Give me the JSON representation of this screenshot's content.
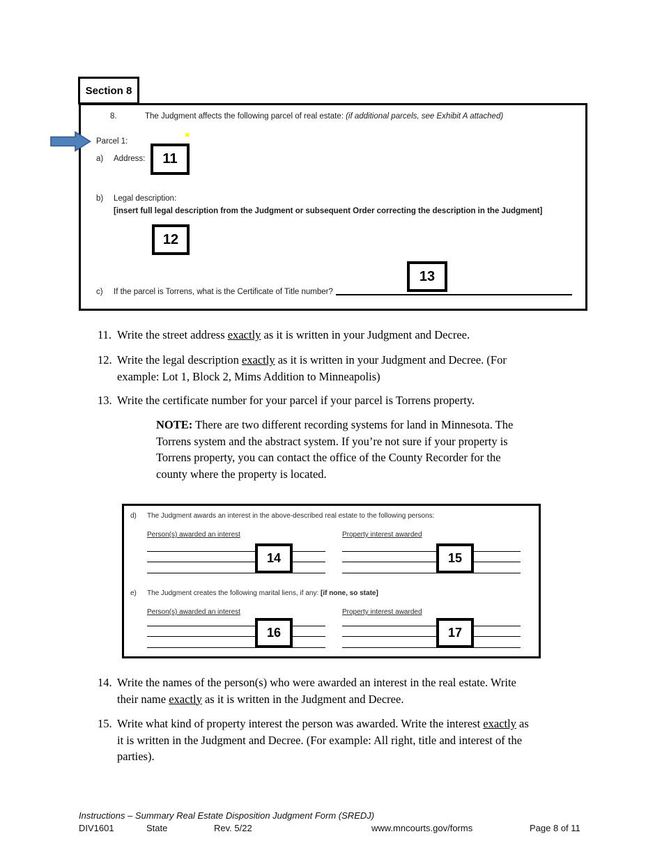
{
  "section_label": "Section 8",
  "colors": {
    "arrow_fill": "#4f81bd",
    "arrow_border": "#38598a",
    "highlight_dot": "#ffff00"
  },
  "form_box_1": {
    "item_no": "8.",
    "item_text": "The Judgment affects the following parcel of real estate: ",
    "item_text_italic": "(if additional parcels, see Exhibit A attached)",
    "parcel_label": "Parcel 1:",
    "a_no": "a)",
    "a_label": "Address:",
    "b_no": "b)",
    "b_label": "Legal description:",
    "b_note": "[insert full legal description from the Judgment or subsequent Order correcting the description in the Judgment]",
    "c_no": "c)",
    "c_label": "If the parcel is Torrens, what is the Certificate of Title number?",
    "callout_11": "11",
    "callout_12": "12",
    "callout_13": "13"
  },
  "form_box_2": {
    "d_no": "d)",
    "d_text": "The Judgment awards an interest in the above-described real estate to the following persons:",
    "e_no": "e)",
    "e_text": "The Judgment creates the following marital liens, if any: ",
    "e_text_bold": "[if none, so state]",
    "person_col_label": "Person(s) awarded an interest",
    "interest_col_label": "Property interest awarded",
    "callout_14": "14",
    "callout_15": "15",
    "callout_16": "16",
    "callout_17": "17"
  },
  "instructions": {
    "i11": {
      "no": "11.",
      "l1a": "Write the street address ",
      "l1u": "exactly",
      "l1b": " as it is written in your Judgment and Decree."
    },
    "i12": {
      "no": "12.",
      "l1a": "Write the legal description ",
      "l1u": "exactly",
      "l1b": " as it is written in your Judgment and Decree. (For",
      "l2": "example: Lot 1, Block 2, Mims Addition to Minneapolis)"
    },
    "i13": {
      "no": "13.",
      "l1": "Write the certificate number for your parcel if your parcel is Torrens property."
    },
    "note": {
      "label": "NOTE:",
      "l1": " There are two different recording systems for land in Minnesota. The",
      "l2": "Torrens system and the abstract system. If you’re not sure if your property is",
      "l3": "Torrens property, you can contact the office of the County Recorder for the",
      "l4": "county where the property is located."
    },
    "i14": {
      "no": "14.",
      "l1": "Write the names of the person(s) who were awarded an interest in the real estate. Write",
      "l2a": "their name ",
      "l2u": "exactly",
      "l2b": " as it is written in the Judgment and Decree."
    },
    "i15": {
      "no": "15.",
      "l1a": "Write what kind of property interest the person was awarded. Write the interest ",
      "l1u": "exactly",
      "l1b": " as",
      "l2": "it is written in the Judgment and Decree. (For example: All right, title and interest of the",
      "l3": "parties)."
    }
  },
  "footer": {
    "title": "Instructions – Summary Real Estate Disposition Judgment Form (SREDJ)",
    "form_id": "DIV1601",
    "court": "State",
    "rev": "Rev. 5/22",
    "url": "www.mncourts.gov/forms",
    "page": "Page 8 of 11"
  }
}
